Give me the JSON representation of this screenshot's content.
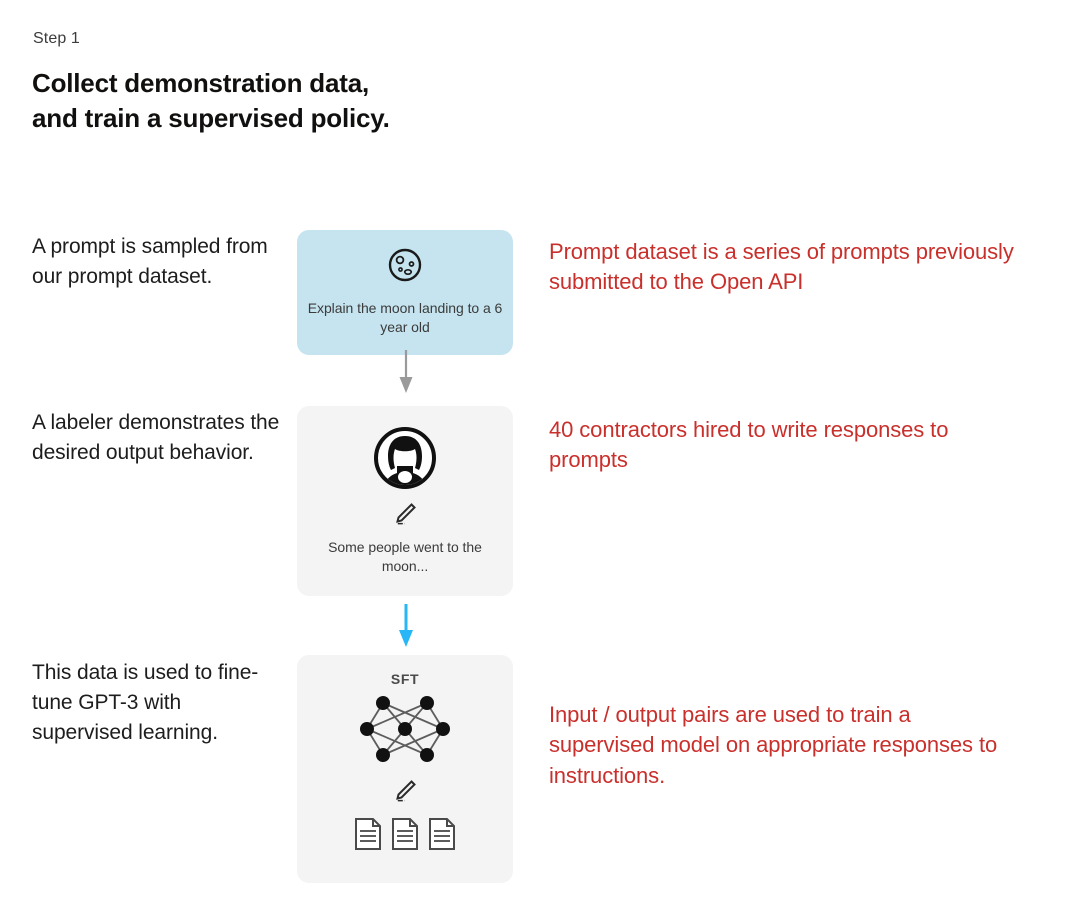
{
  "header": {
    "step_label": "Step 1",
    "title_line1": "Collect demonstration data,",
    "title_line2": "and train a supervised policy."
  },
  "colors": {
    "card_blue": "#c5e4ef",
    "card_gray": "#f4f4f4",
    "annotation_red": "#c9302c",
    "arrow_gray": "#9a9a9a",
    "arrow_blue": "#29b6f6",
    "body_text": "#1d1d1d"
  },
  "rows": [
    {
      "id": "prompt-sampling",
      "left_text": "A prompt is sampled from our prompt dataset.",
      "card": {
        "id": "prompt-card",
        "style": "blue",
        "icon": "moon-icon",
        "caption": "Explain the moon landing to a 6 year old"
      },
      "annotation": "Prompt dataset is a series of prompts previously submitted to the Open API"
    },
    {
      "id": "labeler-demonstration",
      "left_text": "A labeler demonstrates the desired output behavior.",
      "card": {
        "id": "labeler-card",
        "style": "gray",
        "icon": "person-avatar-icon",
        "secondary_icon": "pencil-icon",
        "caption": "Some people went to the moon..."
      },
      "annotation": "40 contractors hired to write responses to prompts"
    },
    {
      "id": "supervised-finetuning",
      "left_text": "This data is used to fine-tune GPT-3 with supervised learning.",
      "card": {
        "id": "sft-card",
        "style": "gray",
        "model_label": "SFT",
        "icon": "neural-network-icon",
        "secondary_icon": "pencil-icon",
        "tertiary_icon": "document-icon",
        "document_count": 3
      },
      "annotation": "Input / output pairs are used to train a supervised model on appropriate responses to instructions."
    }
  ],
  "arrows": [
    {
      "id": "arrow-prompt-to-labeler",
      "color": "#9a9a9a",
      "direction": "down"
    },
    {
      "id": "arrow-labeler-to-sft",
      "color": "#29b6f6",
      "direction": "down"
    }
  ]
}
